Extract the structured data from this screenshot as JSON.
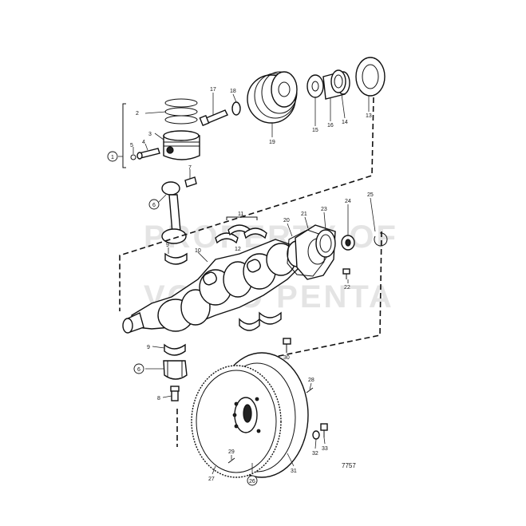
{
  "watermark": {
    "line1": "PROPERTY OF",
    "line2": "VOLVO PENTA"
  },
  "drawing_number": "7757",
  "callouts": {
    "c1": "1",
    "c2": "2",
    "c3": "3",
    "c4": "4",
    "c5": "5",
    "c6a": "6",
    "c6b": "6",
    "c7": "7",
    "c8": "8",
    "c9a": "9",
    "c9b": "9",
    "c10": "10",
    "c11": "11",
    "c12": "12",
    "c13": "13",
    "c14": "14",
    "c15": "15",
    "c16": "16",
    "c17": "17",
    "c18": "18",
    "c19": "19",
    "c20": "20",
    "c21": "21",
    "c22": "22",
    "c23": "23",
    "c24": "24",
    "c25": "25",
    "c26": "26",
    "c27": "27",
    "c28": "28",
    "c29": "29",
    "c30": "30",
    "c31": "31",
    "c32": "32",
    "c33": "33"
  }
}
